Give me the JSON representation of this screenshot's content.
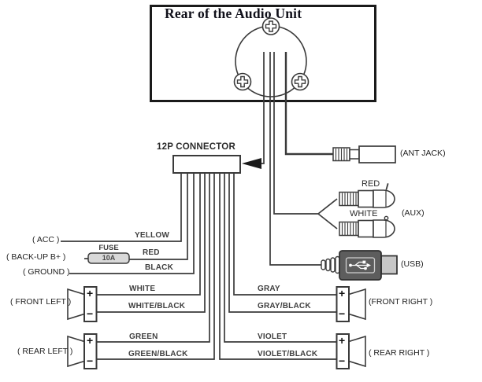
{
  "palette": {
    "line": "#3a3a3a",
    "outline_dark": "#1a1a1a",
    "fuse_fill": "#d9d9d9",
    "usb_body": "#5d5d5d",
    "usb_plug": "#c7c7c7",
    "background": "#ffffff"
  },
  "unit": {
    "title": "Rear of the Audio Unit"
  },
  "connector": {
    "label": "12P CONNECTOR"
  },
  "power": {
    "acc": {
      "terminal": "( ACC )",
      "wire": "YELLOW"
    },
    "backup": {
      "terminal": "( BACK-UP B+ )",
      "wire": "RED",
      "fuse_label": "FUSE",
      "fuse_rating": "10A"
    },
    "ground": {
      "terminal": "( GROUND )",
      "wire": "BLACK"
    }
  },
  "speakers": {
    "front_left": {
      "label": "( FRONT LEFT )",
      "pos": "WHITE",
      "neg": "WHITE/BLACK"
    },
    "rear_left": {
      "label": "( REAR LEFT )",
      "pos": "GREEN",
      "neg": "GREEN/BLACK"
    },
    "front_right": {
      "label": "(FRONT RIGHT )",
      "pos": "GRAY",
      "neg": "GRAY/BLACK"
    },
    "rear_right": {
      "label": "( REAR RIGHT )",
      "pos": "VIOLET",
      "neg": "VIOLET/BLACK"
    }
  },
  "jacks": {
    "ant": {
      "label": "(ANT JACK)"
    },
    "aux": {
      "label": "(AUX)",
      "red_plug": "RED",
      "white_plug": "WHITE"
    },
    "usb": {
      "label": "(USB)"
    }
  },
  "symbols": {
    "plus": "+",
    "minus": "−"
  }
}
